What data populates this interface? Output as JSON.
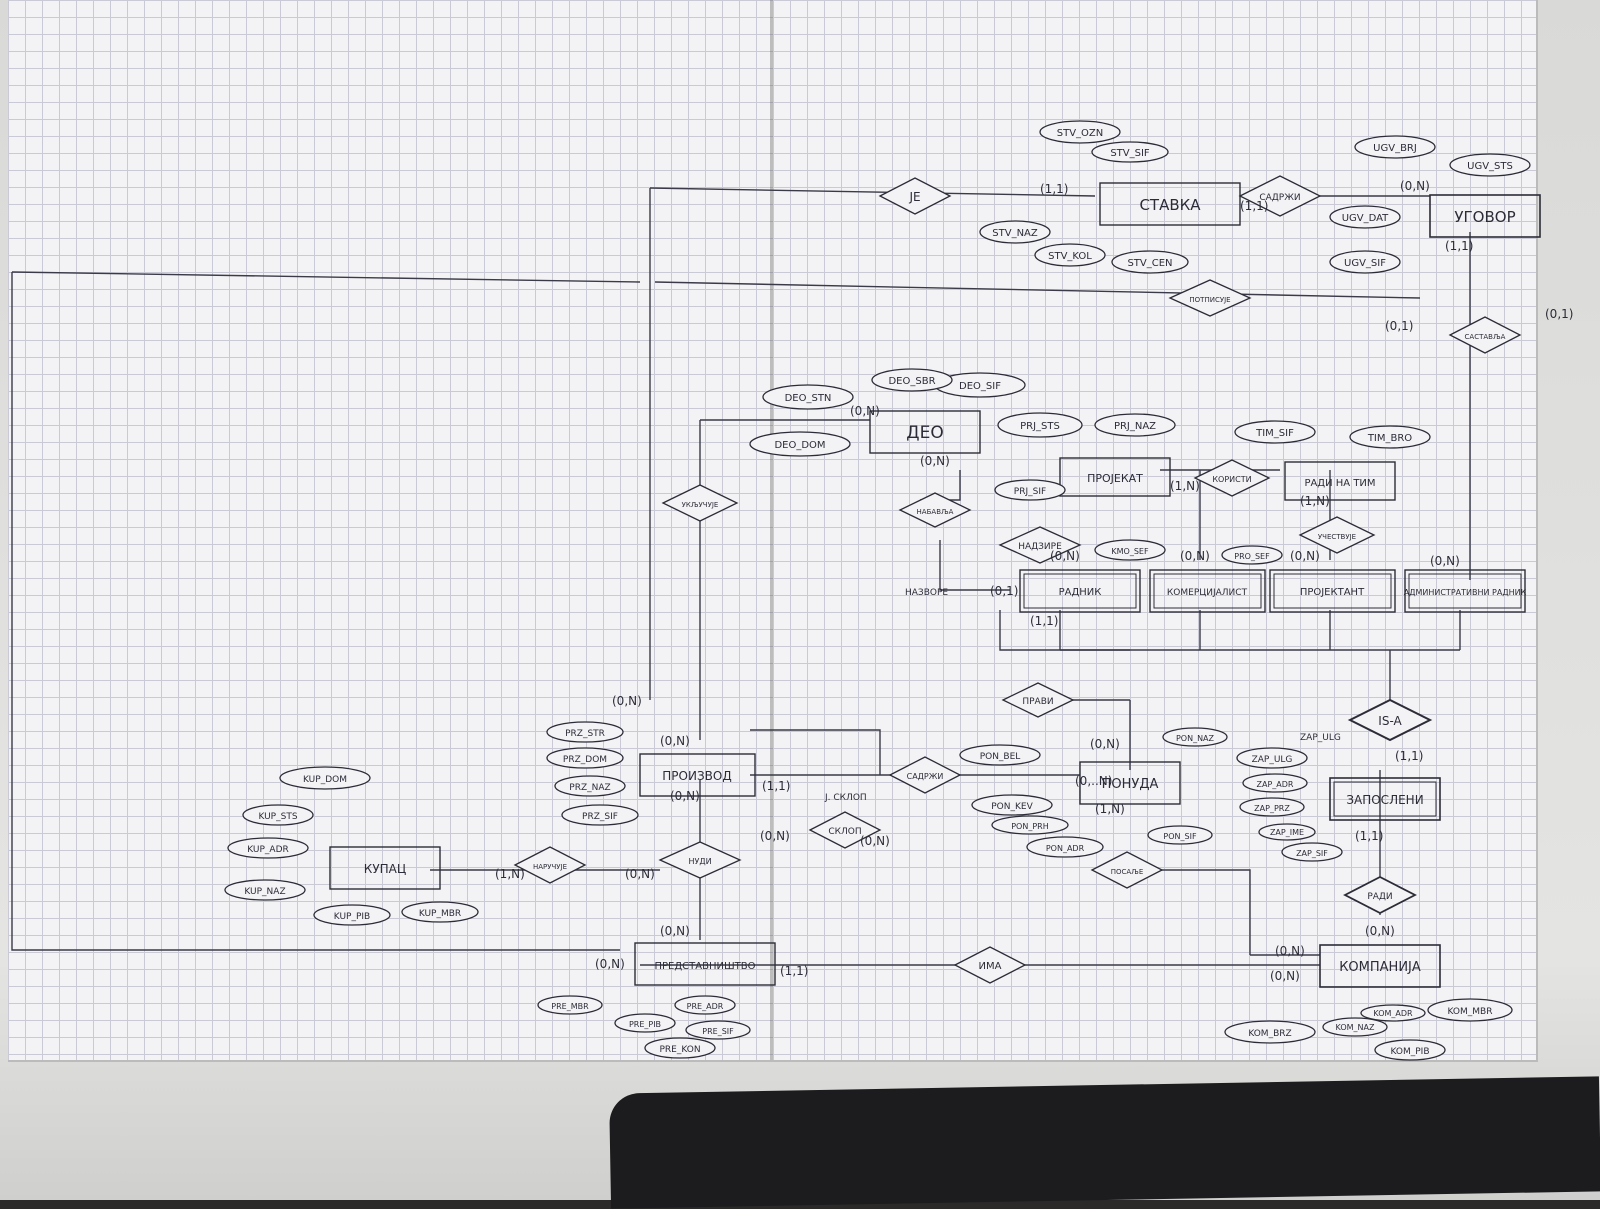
{
  "entities": [
    {
      "id": "ugovor",
      "label": "УГОВОР"
    },
    {
      "id": "stavka",
      "label": "СТАВКА"
    },
    {
      "id": "deo",
      "label": "ДЕО"
    },
    {
      "id": "projekat",
      "label": "ПРОЈЕКАТ"
    },
    {
      "id": "radi_na_tim",
      "label": "РАДИ НА ТИМ"
    },
    {
      "id": "administrativni",
      "label": "АДМИНИСТРАТИВНИ РАДНИК"
    },
    {
      "id": "projektant",
      "label": "ПРОЈЕКТАНТ"
    },
    {
      "id": "komercijalista",
      "label": "КОМЕРЦИЈАЛИСТ"
    },
    {
      "id": "radnik",
      "label": "РАДНИК"
    },
    {
      "id": "zaposleni",
      "label": "ЗАПОСЛЕНИ"
    },
    {
      "id": "kompanija",
      "label": "КОМПАНИЈА"
    },
    {
      "id": "ponuda",
      "label": "ПОНУДА"
    },
    {
      "id": "proizvod",
      "label": "ПРОИЗВОД"
    },
    {
      "id": "predstavnistvo",
      "label": "ПРЕДСТАВНИШТВО"
    },
    {
      "id": "kupac",
      "label": "КУПАЦ"
    }
  ],
  "relationships": [
    {
      "id": "je",
      "label": "ЈЕ"
    },
    {
      "id": "sadrzi_ugovor",
      "label": "САДРЖИ"
    },
    {
      "id": "potpisuje",
      "label": "ПОТПИСУЈЕ"
    },
    {
      "id": "sastavlja",
      "label": "САСТАВЉА"
    },
    {
      "id": "koristi",
      "label": "КОРИСТИ"
    },
    {
      "id": "ucestvuje",
      "label": "УЧЕСТВУЈЕ"
    },
    {
      "id": "ukljucuje",
      "label": "УКЉУЧУЈЕ"
    },
    {
      "id": "nabavlja",
      "label": "НАБАВЉА"
    },
    {
      "id": "nadzire",
      "label": "НАДЗИРЕ"
    },
    {
      "id": "pravi",
      "label": "ПРАВИ"
    },
    {
      "id": "isa",
      "label": "IS-A"
    },
    {
      "id": "radi",
      "label": "РАДИ"
    },
    {
      "id": "posalje",
      "label": "ПОСАЉЕ"
    },
    {
      "id": "sadrzi_ponuda",
      "label": "САДРЖИ"
    },
    {
      "id": "sklon",
      "label": "СКЛОП"
    },
    {
      "id": "ima",
      "label": "ИМА"
    },
    {
      "id": "nudi",
      "label": "НУДИ"
    },
    {
      "id": "narucuje",
      "label": "НАРУЧУЈЕ"
    }
  ],
  "attributes": {
    "ugovor": [
      "UGV_STS",
      "UGV_BRJ",
      "UGV_DAT",
      "UGV_SIF"
    ],
    "stavka": [
      "STV_OZN",
      "STV_SIF",
      "STV_NAZ",
      "STV_KOL",
      "STV_CEN"
    ],
    "deo": [
      "DEO_SIF",
      "DEO_SBR",
      "DEO_STN",
      "DEO_DOM"
    ],
    "projekat": [
      "PRJ_STS",
      "PRJ_NAZ",
      "PRJ_SIF"
    ],
    "radi_na_tim": [
      "TIM_SIF",
      "TIM_BRO"
    ],
    "projektant": [
      "PRO_SEF"
    ],
    "komercijalista": [
      "KMO_SEF"
    ],
    "zaposleni": [
      "ZAP_ULG",
      "ZAP_ADR",
      "ZAP_PRZ",
      "ZAP_IME",
      "ZAP_SIF"
    ],
    "kompanija": [
      "KOM_MBR",
      "KOM_NAZ",
      "KOM_ADR",
      "KOM_PIB",
      "KOM_BRZ"
    ],
    "ponuda": [
      "PON_NAZ",
      "PON_BEL",
      "PON_KEV",
      "PON_PRH",
      "PON_ADR",
      "PON_SIF"
    ],
    "proizvod": [
      "PRZ_STR",
      "PRZ_DOM",
      "PRZ_NAZ",
      "PRZ_SIF"
    ],
    "predstavnistvo": [
      "PRE_MBR",
      "PRE_ADR",
      "PRE_PIB",
      "PRE_SIF",
      "PRE_KON"
    ],
    "kupac": [
      "KUP_DOM",
      "KUP_STS",
      "KUP_ADR",
      "KUP_NAZ",
      "KUP_PIB",
      "KUP_MBR"
    ]
  },
  "cardinalities": [
    "(0,N)",
    "(1,1)",
    "(1,N)",
    "(0,1)",
    "(0,..N)"
  ],
  "notes": [
    "НАЗВОРЕ",
    "ZAP_ULG",
    "Ј. СКЛОП"
  ]
}
